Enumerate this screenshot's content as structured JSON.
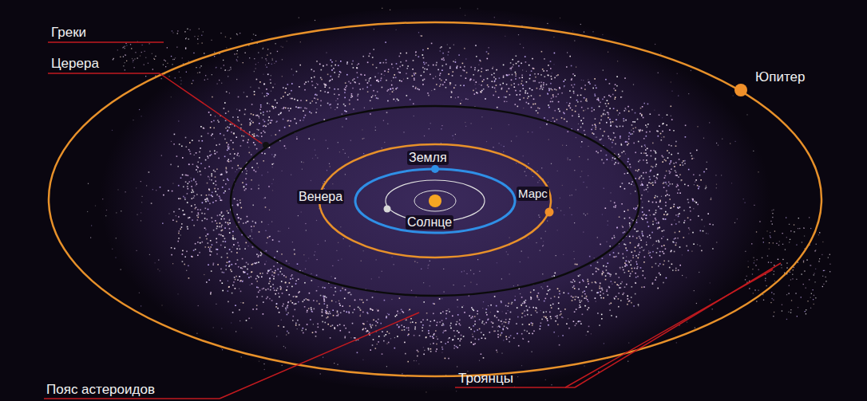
{
  "diagram": {
    "labels": [
      "Греки",
      "Церера",
      "Юпитер",
      "Земля",
      "Венера",
      "Марс",
      "Солнце",
      "Пояс астероидов",
      "Троянцы"
    ]
  }
}
